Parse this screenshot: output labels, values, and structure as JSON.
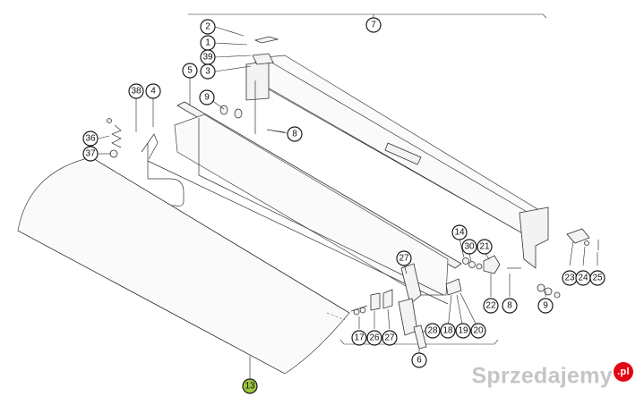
{
  "callouts": [
    "2",
    "7",
    "1",
    "39",
    "3",
    "5",
    "38",
    "4",
    "9",
    "8",
    "36",
    "37",
    "14",
    "30",
    "21",
    "23",
    "24",
    "25",
    "27",
    "22",
    "8",
    "9",
    "17",
    "26",
    "27",
    "28",
    "18",
    "19",
    "20",
    "6",
    "13"
  ],
  "highlight_color": "#9bc53d",
  "watermark": {
    "brand": "Sprzedajemy",
    "suffix": ".pl"
  }
}
